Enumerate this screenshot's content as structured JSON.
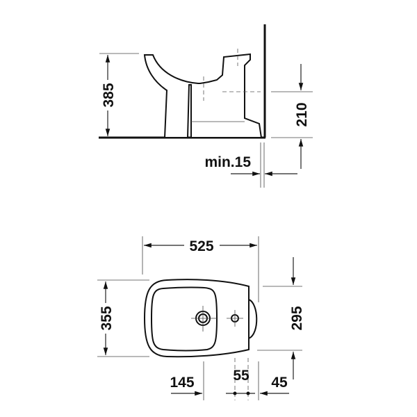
{
  "side_view": {
    "height_rim": "385",
    "height_outlet": "210",
    "wall_gap": "min.15"
  },
  "top_view": {
    "length": "525",
    "width": "355",
    "back_width": "295",
    "drain_offset": "145",
    "hole_spacing": "55",
    "back_offset": "45"
  },
  "colors": {
    "line": "#111111",
    "background": "#ffffff"
  }
}
